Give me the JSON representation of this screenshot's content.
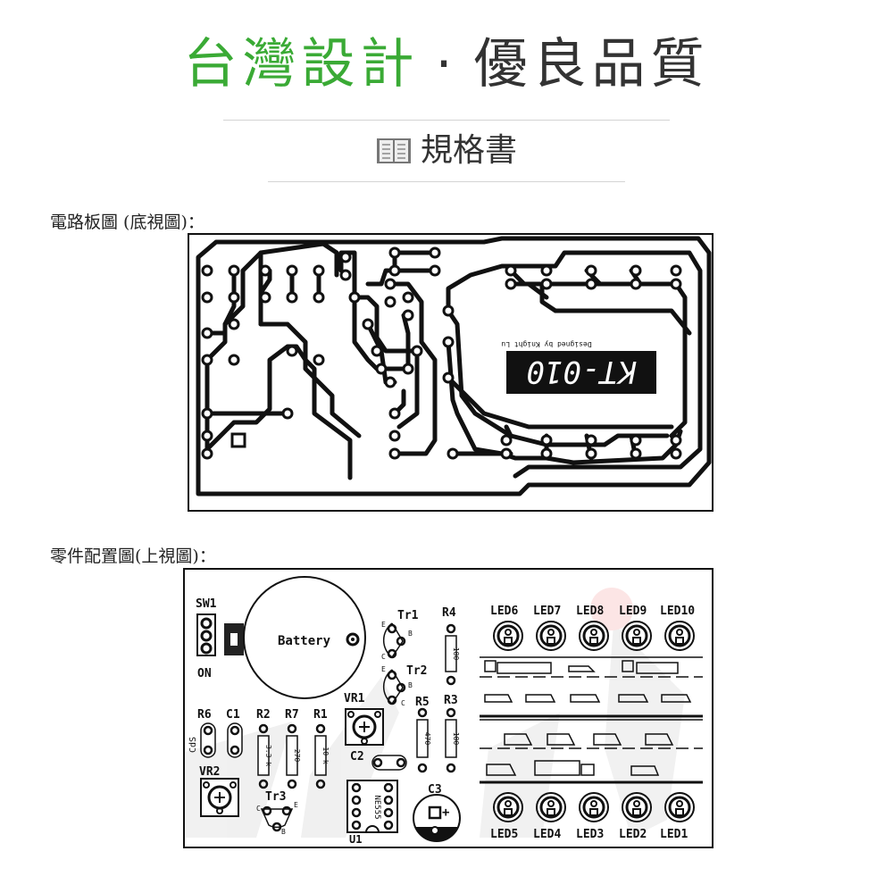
{
  "header": {
    "title_green": "台灣設計",
    "title_separator": "·",
    "title_gray": "優良品質",
    "spec_title": "規格書"
  },
  "sections": {
    "pcb_label": "電路板圖 (底視圖)：",
    "layout_label": "零件配置圖(上視圖)："
  },
  "pcb": {
    "model": "KT-010",
    "credit": "Designed by Knight Lu"
  },
  "layout": {
    "switch": "SW1",
    "switch_on": "ON",
    "battery": "Battery",
    "tr1": "Tr1",
    "tr2": "Tr2",
    "tr3": "Tr3",
    "r4": "R4",
    "r4_value": "180",
    "r3": "R3",
    "r3_value": "180",
    "r5": "R5",
    "r5_value": "470",
    "vr1": "VR1",
    "vr2": "VR2",
    "r6": "R6",
    "c1": "C1",
    "r2": "R2",
    "r2_value": "3.3 k",
    "r7": "R7",
    "r7_value": "270",
    "r1": "R1",
    "r1_value": "10 k",
    "cds": "CdS",
    "c2": "C2",
    "c3": "C3",
    "c3_plus": "+",
    "ic": "NE555",
    "u1": "U1",
    "pin_e": "E",
    "pin_b": "B",
    "pin_c": "C",
    "leds_top": [
      "LED6",
      "LED7",
      "LED8",
      "LED9",
      "LED10"
    ],
    "leds_bottom": [
      "LED5",
      "LED4",
      "LED3",
      "LED2",
      "LED1"
    ]
  },
  "colors": {
    "accent_green": "#3aaa35",
    "text_dark": "#333333",
    "trace": "#111111"
  }
}
